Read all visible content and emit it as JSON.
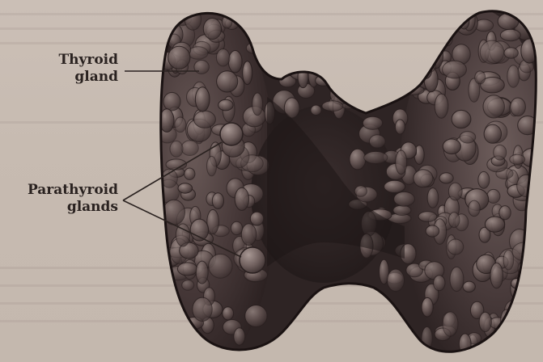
{
  "figure": {
    "organ_color": "#3a2e2e",
    "background_color": "#c8bcb2",
    "labels": {
      "thyroid": [
        "Thyroid",
        "gland"
      ],
      "parathyroid": [
        "Parathyroid",
        "glands"
      ]
    },
    "icons": [
      "thyroid-gland-illustration",
      "parathyroid-gland-dot"
    ]
  }
}
